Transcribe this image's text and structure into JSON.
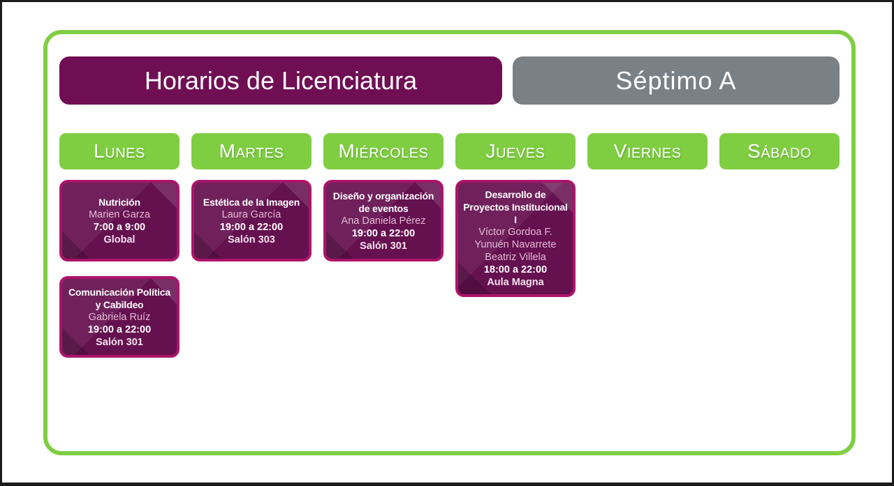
{
  "header": {
    "title_left": "Horarios de Licenciatura",
    "title_right": "Séptimo A"
  },
  "colors": {
    "green": "#7FCE42",
    "purple": "#700E54",
    "gray": "#7A8186",
    "card_border": "#AC1469",
    "card_background": "#65104F"
  },
  "days": [
    {
      "label": "Lunes",
      "classes": [
        {
          "title": "Nutrición",
          "teachers": [
            "Marien Garza"
          ],
          "time": "7:00 a 9:00",
          "room": "Global"
        },
        {
          "title": "Comunicación Política y Cabildeo",
          "teachers": [
            "Gabriela Ruíz"
          ],
          "time": "19:00 a 22:00",
          "room": "Salón 301"
        }
      ]
    },
    {
      "label": "Martes",
      "classes": [
        {
          "title": "Estética de la Imagen",
          "teachers": [
            "Laura García"
          ],
          "time": "19:00 a 22:00",
          "room": "Salón 303"
        }
      ]
    },
    {
      "label": "Miércoles",
      "classes": [
        {
          "title": "Diseño y organización de eventos",
          "teachers": [
            "Ana Daniela Pérez"
          ],
          "time": "19:00 a 22:00",
          "room": "Salón 301"
        }
      ]
    },
    {
      "label": "Jueves",
      "classes": [
        {
          "title": "Desarrollo de Proyectos Institucional I",
          "teachers": [
            "Víctor Gordoa F.",
            "Yunuén Navarrete",
            "Beatriz Villela"
          ],
          "time": "18:00 a 22:00",
          "room": "Aula Magna"
        }
      ]
    },
    {
      "label": "Viernes",
      "classes": []
    },
    {
      "label": "Sábado",
      "classes": []
    }
  ]
}
